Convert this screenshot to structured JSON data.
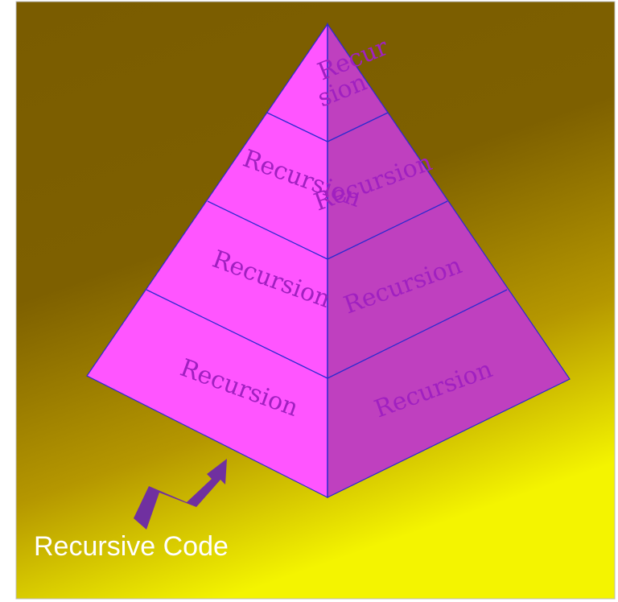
{
  "diagram": {
    "caption": "Recursive Code",
    "top_label_line1": "Recur",
    "top_label_line2": "sion",
    "left_labels": [
      "Recursion",
      "Recursion",
      "Recursion"
    ],
    "right_labels": [
      "Recursion",
      "Recursion",
      "Recursion"
    ],
    "colors": {
      "background_dark": "#7a5c00",
      "background_light": "#f4f400",
      "left_face": "#ff55ff",
      "right_face": "#bf40bf",
      "edge": "#2a2ad0",
      "label": "#a020c0",
      "arrow": "#7030a0",
      "caption": "#ffffff"
    }
  }
}
